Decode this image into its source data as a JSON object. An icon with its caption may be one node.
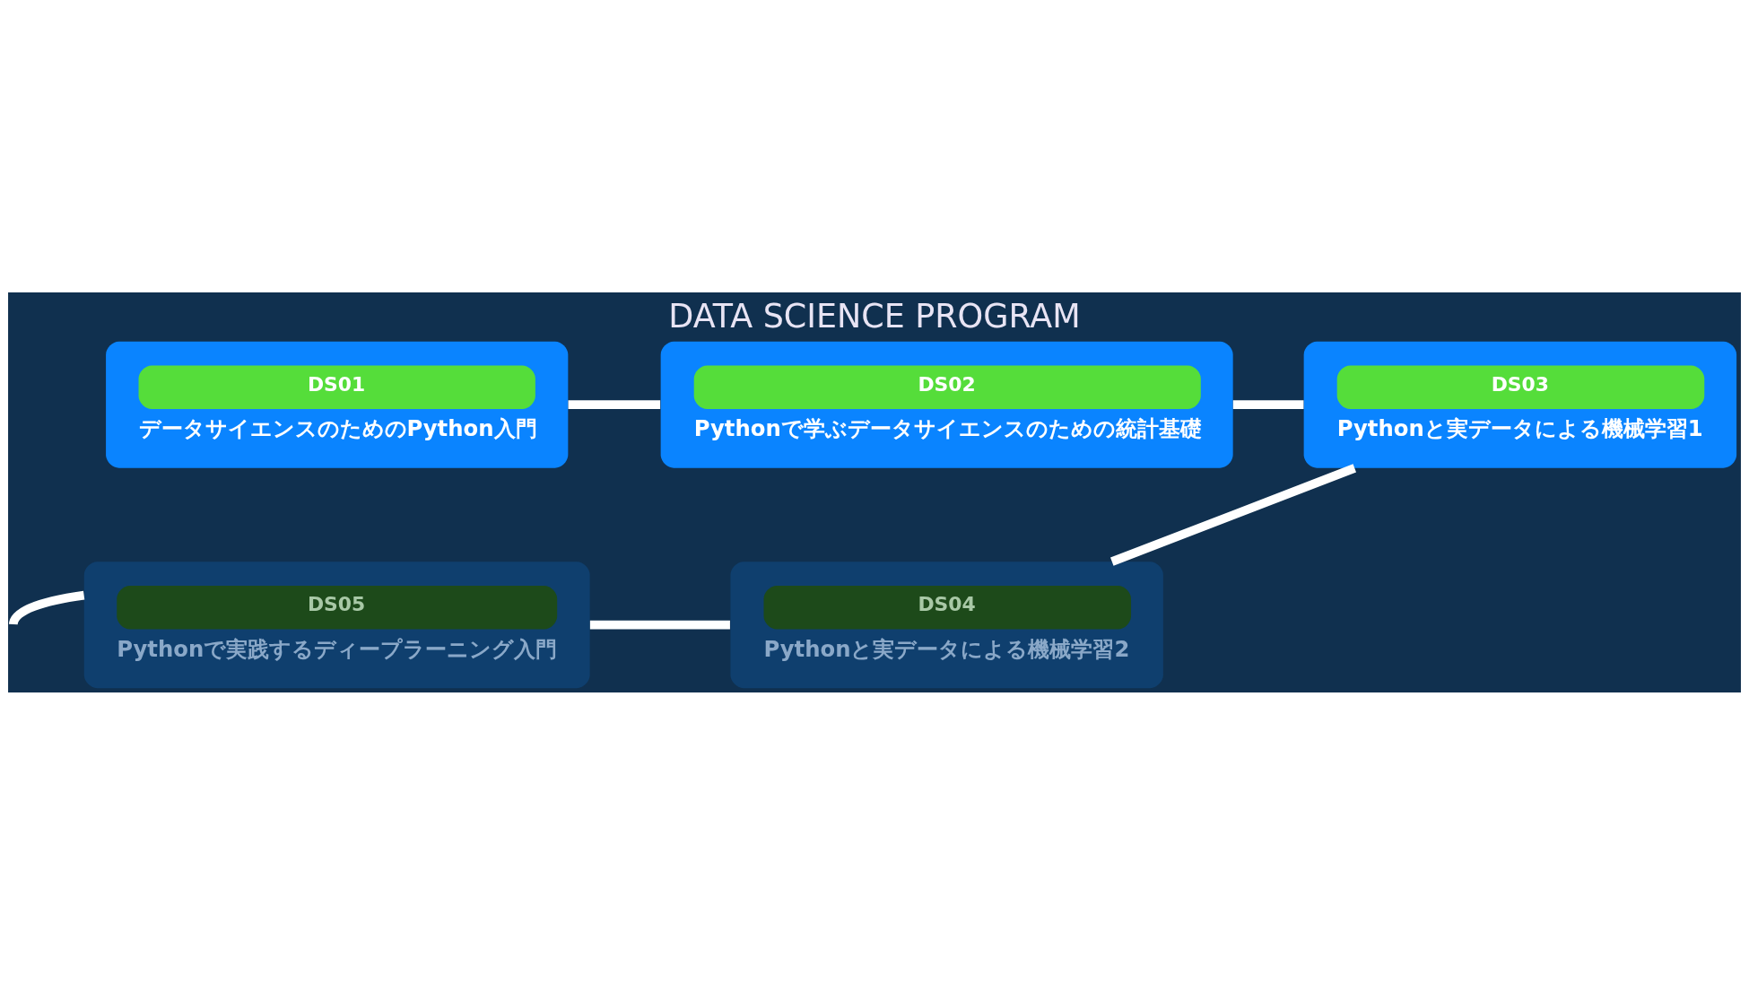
{
  "diagram": {
    "title": "DATA SCIENCE PROGRAM",
    "nodes": [
      {
        "text": [
          "DS01",
          "データサイエンスのためのPython入門"
        ]
      },
      {
        "text": [
          "DS02",
          "Pythonで学ぶデータサイエンスのための統計基礎"
        ]
      },
      {
        "text": [
          "DS03",
          "Pythonと実データによる機械学習1"
        ]
      },
      {
        "text": [
          "DS04",
          "Pythonと実データによる機械学習2"
        ]
      },
      {
        "text": [
          "DS05",
          "Pythonで実践するディープラーニング入門"
        ]
      }
    ],
    "edges": [
      {
        "from": 0,
        "to": 1,
        "arrow": "none"
      },
      {
        "from": 1,
        "to": 2,
        "arrow": "none"
      },
      {
        "from": 2,
        "to": 3,
        "arrow": "none"
      },
      {
        "from": 3,
        "to": 4,
        "arrow": "none"
      },
      {
        "from": 4,
        "to": null,
        "arrow": "none"
      }
    ]
  }
}
